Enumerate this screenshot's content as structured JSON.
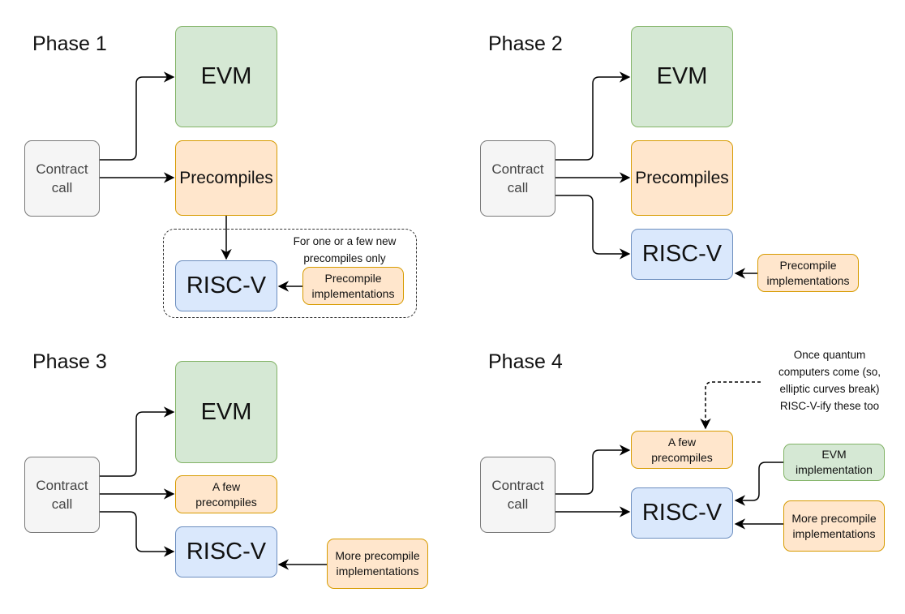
{
  "phase1": {
    "title": "Phase 1",
    "contract": "Contract\ncall",
    "evm": "EVM",
    "precompiles": "Precompiles",
    "riscv": "RISC-V",
    "impl": "Precompile\nimplementations",
    "note": "For one or a few new\nprecompiles only"
  },
  "phase2": {
    "title": "Phase 2",
    "contract": "Contract\ncall",
    "evm": "EVM",
    "precompiles": "Precompiles",
    "riscv": "RISC-V",
    "impl": "Precompile\nimplementations"
  },
  "phase3": {
    "title": "Phase 3",
    "contract": "Contract\ncall",
    "evm": "EVM",
    "few": "A few\nprecompiles",
    "riscv": "RISC-V",
    "impl": "More precompile\nimplementations"
  },
  "phase4": {
    "title": "Phase 4",
    "contract": "Contract\ncall",
    "few": "A few\nprecompiles",
    "riscv": "RISC-V",
    "evm_impl": "EVM\nimplementation",
    "impl": "More precompile\nimplementations",
    "note": "Once quantum\ncomputers come (so,\nelliptic curves break)\nRISC-V-ify these too"
  },
  "colors": {
    "gray_fill": "#f5f5f5",
    "green_fill": "#d5e8d4",
    "orange_fill": "#ffe6cc",
    "blue_fill": "#dae8fc",
    "line": "#000000"
  }
}
